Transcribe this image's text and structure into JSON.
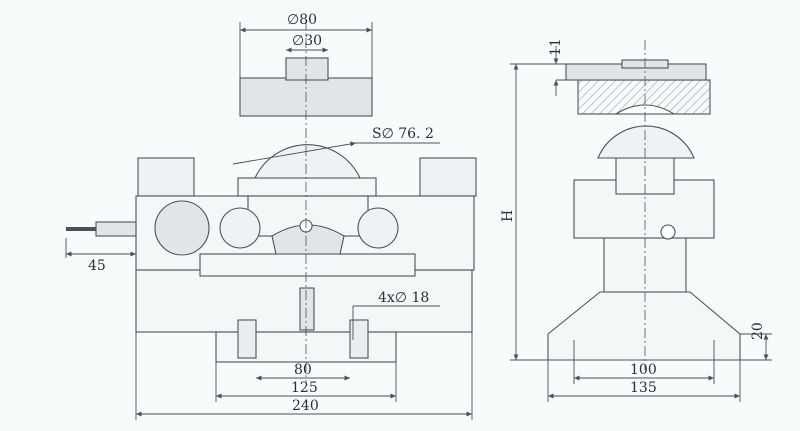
{
  "front_view": {
    "dim_top_diameter": "∅80",
    "dim_button_diameter": "∅30",
    "dim_sphere_radius": "S∅ 76. 2",
    "dim_bolt_holes": "4x∅ 18",
    "dim_cable": "45",
    "dim_hole_spacing_inner": "80",
    "dim_hole_spacing_outer": "125",
    "dim_overall_width": "240"
  },
  "side_view": {
    "dim_cap_thickness": "11",
    "dim_height": "H",
    "dim_base_thickness": "20",
    "dim_base_inner": "100",
    "dim_base_outer": "135"
  },
  "colors": {
    "background": "#f7fbfc",
    "line": "#4b5257",
    "body_fill": "#f3f7f8",
    "part_fill": "#dfe5e8",
    "hatch": "#9aa3a8",
    "text": "#2a2f33"
  }
}
